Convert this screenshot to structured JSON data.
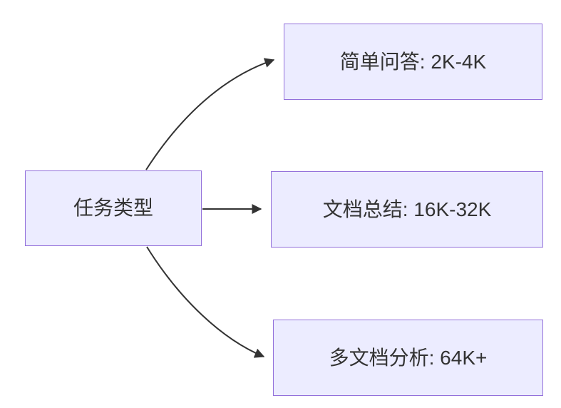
{
  "diagram": {
    "type": "flowchart",
    "direction": "left-to-right",
    "root": {
      "id": "task-type",
      "label": "任务类型"
    },
    "children": [
      {
        "id": "simple-qa",
        "label": "简单问答: 2K-4K"
      },
      {
        "id": "doc-summary",
        "label": "文档总结: 16K-32K"
      },
      {
        "id": "multi-doc",
        "label": "多文档分析: 64K+"
      }
    ],
    "edges": [
      {
        "from": "task-type",
        "to": "simple-qa"
      },
      {
        "from": "task-type",
        "to": "doc-summary"
      },
      {
        "from": "task-type",
        "to": "multi-doc"
      }
    ],
    "colors": {
      "node_fill": "#ECECFF",
      "node_border": "#9370DB",
      "edge_stroke": "#333333",
      "text": "#333333",
      "background": "#FFFFFF"
    }
  }
}
